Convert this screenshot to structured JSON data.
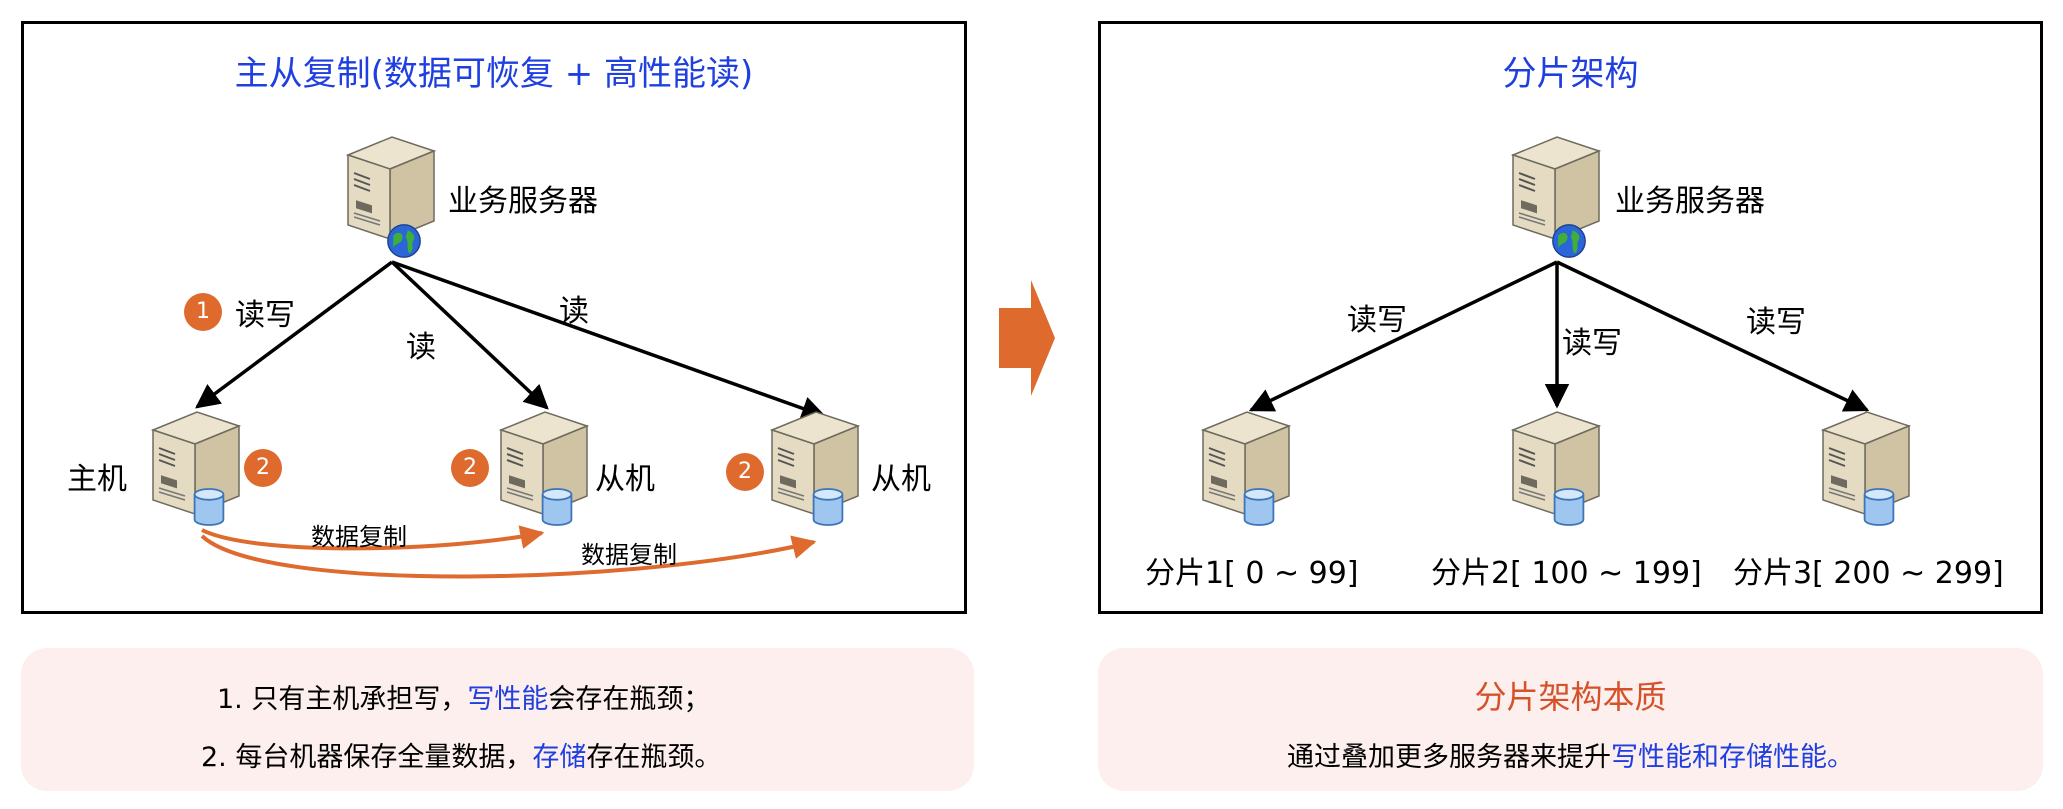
{
  "left": {
    "title": "主从复制(数据可恢复 + 高性能读)",
    "server_label": "业务服务器",
    "edge_rw": "读写",
    "edge_read_1": "读",
    "edge_read_2": "读",
    "master_label": "主机",
    "slave_label_1": "从机",
    "slave_label_2": "从机",
    "badge_1": "1",
    "badge_2a": "2",
    "badge_2b": "2",
    "badge_2c": "2",
    "replicate_1": "数据复制",
    "replicate_2": "数据复制"
  },
  "right": {
    "title": "分片架构",
    "server_label": "业务服务器",
    "edge_1": "读写",
    "edge_2": "读写",
    "edge_3": "读写",
    "shard_1": "分片1[ 0 ~ 99]",
    "shard_2": "分片2[ 100 ~ 199]",
    "shard_3": "分片3[ 200 ~ 299]"
  },
  "notes_left": {
    "line1_prefix": "1.   只有主机承担写，",
    "line1_highlight": "写性能",
    "line1_suffix": "会存在瓶颈；",
    "line2_prefix": "2.   每台机器保存全量数据，",
    "line2_highlight": "存储",
    "line2_suffix": "存在瓶颈。"
  },
  "notes_right": {
    "title": "分片架构本质",
    "line_prefix": "通过叠加更多服务器来提升",
    "line_highlight": "写性能和存储性能。"
  },
  "colors": {
    "accent_blue": "#1f3fe0",
    "accent_orange": "#de6a2e",
    "note_bg": "#fcefed"
  },
  "icons": [
    "server-icon",
    "globe-icon",
    "database-icon",
    "arrow-right-icon"
  ]
}
